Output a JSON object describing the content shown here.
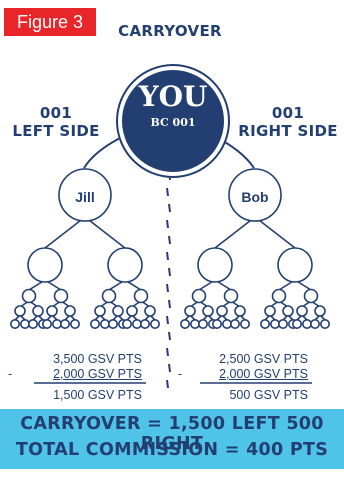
{
  "badge": "Figure 3",
  "title": "CARRYOVER",
  "you": {
    "label": "YOU",
    "code": "BC 001"
  },
  "left": {
    "side_label_1": "001",
    "side_label_2": "LEFT SIDE",
    "member": "Jill",
    "line1": "3,500 GSV PTS",
    "minus": "-",
    "line2": "2,000 GSV PTS",
    "result": "1,500 GSV PTS"
  },
  "right": {
    "side_label_1": "001",
    "side_label_2": "RIGHT SIDE",
    "member": "Bob",
    "line1": "2,500 GSV PTS",
    "minus": "-",
    "line2": "2,000 GSV PTS",
    "result": "500 GSV PTS"
  },
  "banner": {
    "line1": "CARRYOVER = 1,500 LEFT 500 RIGHT",
    "line2": "TOTAL COMMISSION = 400 PTS"
  },
  "colors": {
    "navy": "#233f72",
    "red": "#e8262a",
    "banner": "#4fc4e8"
  }
}
